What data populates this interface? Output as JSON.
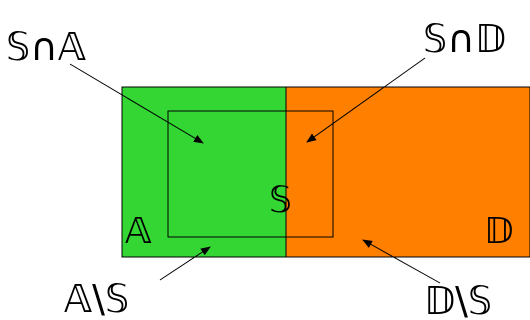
{
  "labels": {
    "a": "𝔸",
    "d": "𝔻",
    "s": "𝕊",
    "s_and_a": "𝕊∩𝔸",
    "s_and_d": "𝕊∩𝔻",
    "a_minus_s": "𝔸\\𝕊",
    "d_minus_s": "𝔻\\𝕊"
  },
  "colors": {
    "region_a": "#33d633",
    "region_d": "#ff7f00",
    "outline": "#000000",
    "background": "#ffffff"
  }
}
